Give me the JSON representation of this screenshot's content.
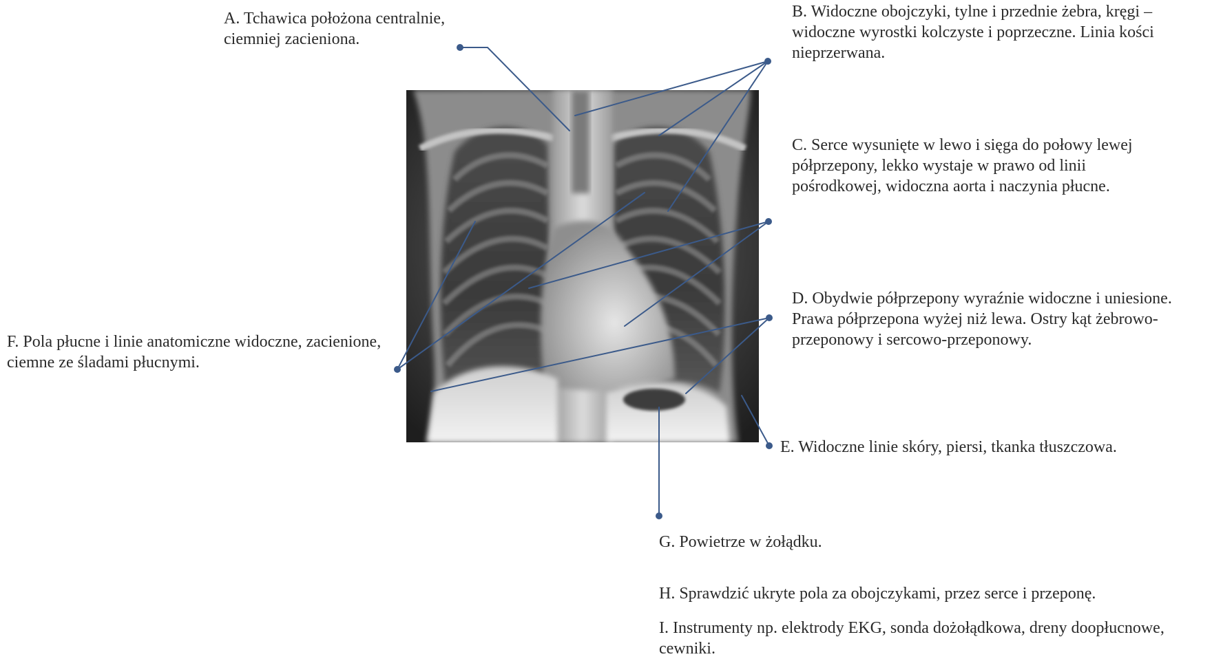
{
  "annotations": {
    "A": "A. Tchawica położona centralnie, ciemniej zacieniona.",
    "B": "B. Widoczne obojczyki, tylne i przednie żebra, kręgi – widoczne wyrostki kolczyste i poprzeczne. Linia kości nieprzerwana.",
    "C": "C. Serce wysunięte w lewo i sięga do połowy lewej półprzepony, lekko wystaje w prawo od linii pośrodkowej, widoczna aorta i naczynia płucne.",
    "D": "D. Obydwie półprzepony wyraźnie widoczne i uniesione. Prawa półprzepona wyżej niż lewa. Ostry kąt żebrowo- przeponowy i sercowo-przeponowy.",
    "E": "E. Widoczne linie skóry, piersi, tkanka tłuszczowa.",
    "F": "F. Pola płucne i linie anatomiczne widoczne, zacienione, ciemne ze śladami płucnymi.",
    "G": "G. Powietrze w żołądku.",
    "H": "H. Sprawdzić ukryte pola za obojczykami, przez serce i przeponę.",
    "I": "I. Instrumenty np. elektrody EKG, sonda dożołądkowa, dreny doopłucnowe, cewniki."
  },
  "colors": {
    "leader_line": "#3b5a8a",
    "text": "#2a2a2a"
  }
}
